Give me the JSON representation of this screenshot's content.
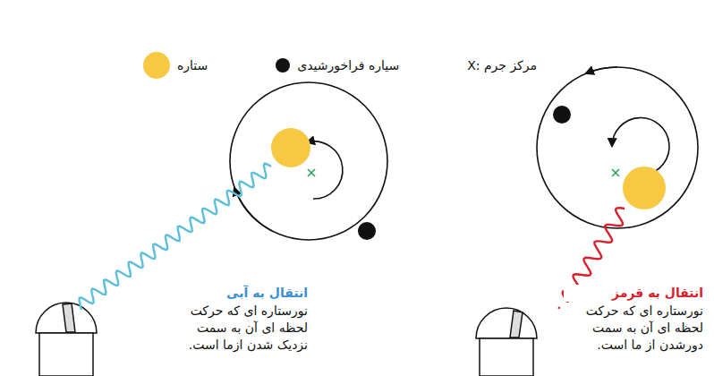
{
  "diagram": {
    "labels": [
      "انتقال به آبی",
      "نورستاره ای که حرکت لحظه ای آن به سمت نزدیک شدن ازما است.",
      "انتقال به قرمز",
      "نورستاره ای که حرکت لحظه ای آن به سمت دورشدن از ما است."
    ],
    "legend": [
      {
        "text": "ستاره",
        "color": "#f7c842"
      },
      {
        "text": "سیاره فراخورشیدی",
        "color": "#111111"
      },
      {
        "text": "مرکز جرم :X"
      }
    ]
  }
}
